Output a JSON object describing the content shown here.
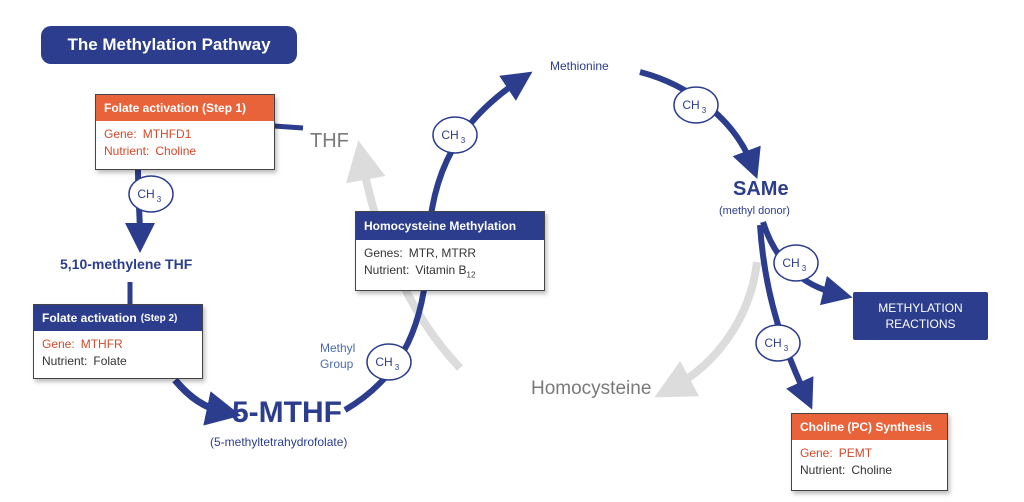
{
  "title": "The Methylation Pathway",
  "ch3_label": "CH",
  "ch3_sub": "3",
  "nodes": {
    "thf": "THF",
    "methylene_thf": "5,10-methylene THF",
    "mthf": "5-MTHF",
    "mthf_full": "(5-methyltetrahydrofolate)",
    "methionine": "Methionine",
    "same": "SAMe",
    "same_sub": "(methyl donor)",
    "homocysteine": "Homocysteine",
    "methyl_group_1": "Methyl",
    "methyl_group_2": "Group",
    "methylation_reactions": "METHYLATION\nREACTIONS"
  },
  "boxes": {
    "folate_step1": {
      "header": "Folate activation (Step 1)",
      "gene_label": "Gene:",
      "gene_value": "MTHFD1",
      "nutrient_label": "Nutrient:",
      "nutrient_value": "Choline"
    },
    "folate_step2": {
      "header_main": "Folate activation",
      "header_step": "(Step 2)",
      "gene_label": "Gene:",
      "gene_value": "MTHFR",
      "nutrient_label": "Nutrient:",
      "nutrient_value": "Folate"
    },
    "homocysteine_methylation": {
      "header": "Homocysteine Methylation",
      "genes_label": "Genes:",
      "genes_value": "MTR, MTRR",
      "nutrient_label": "Nutrient:",
      "nutrient_value": "Vitamin B",
      "nutrient_sub": "12"
    },
    "choline_synthesis": {
      "header": "Choline (PC) Synthesis",
      "gene_label": "Gene:",
      "gene_value": "PEMT",
      "nutrient_label": "Nutrient:",
      "nutrient_value": "Choline"
    }
  },
  "colors": {
    "navy": "#2b3d8c",
    "orange": "#e8623a",
    "gene_red": "#d24a2a",
    "light_arrow": "#dcdcdc",
    "muted_text": "#7a7a7a"
  }
}
